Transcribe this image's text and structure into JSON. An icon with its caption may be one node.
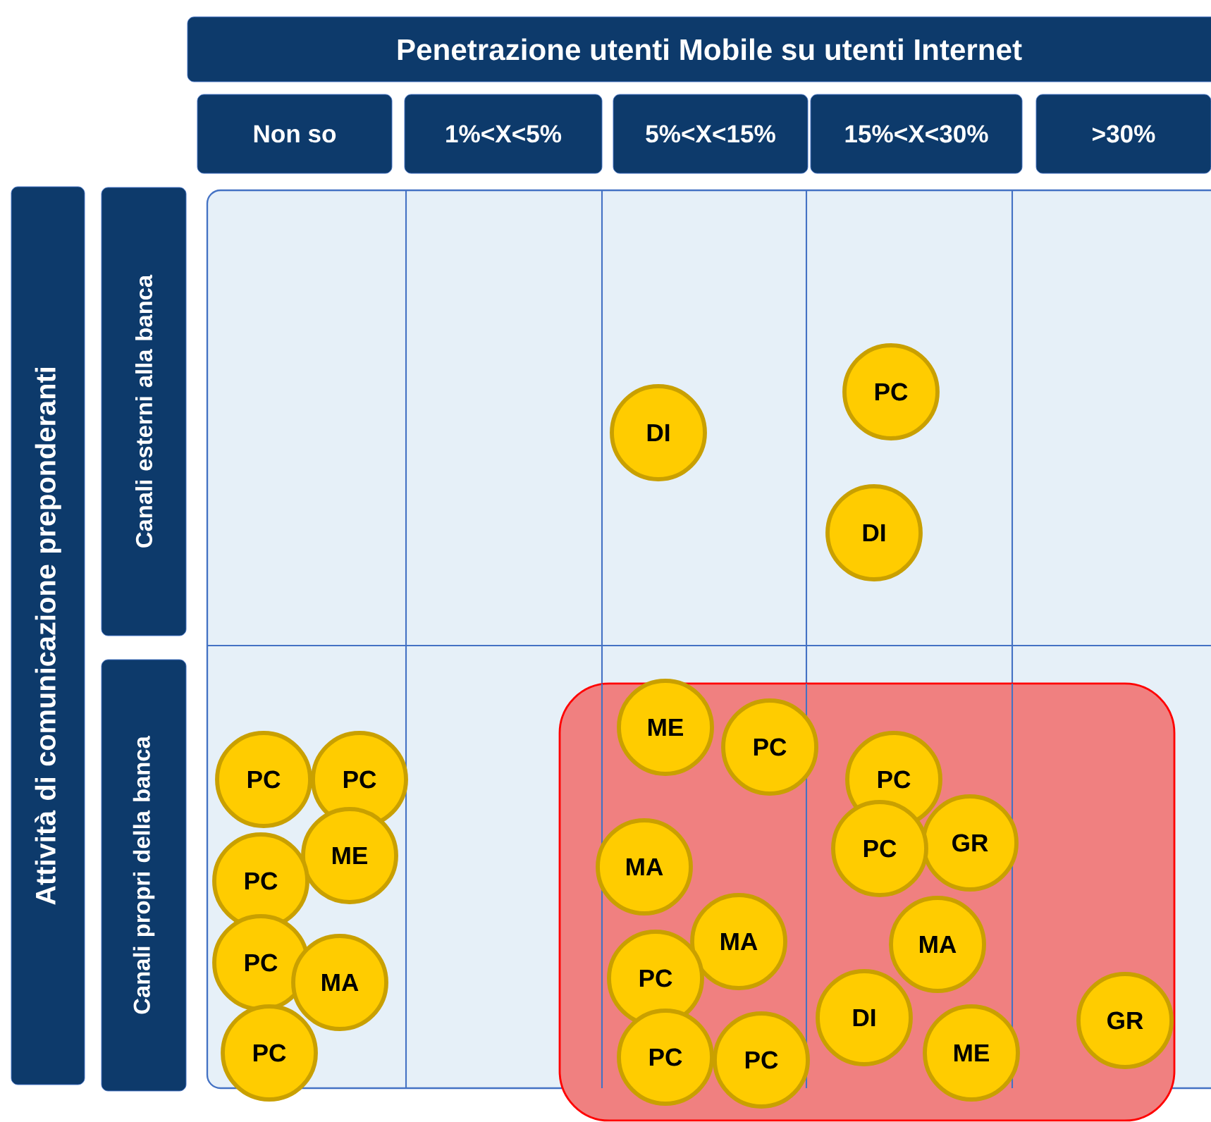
{
  "diagram": {
    "title": "Penetrazione utenti Mobile su utenti Internet",
    "nodes": [
      {
        "text": [
          "Non so"
        ]
      },
      {
        "text": [
          "1%<X<5%"
        ]
      },
      {
        "text": [
          "5%<X<15%"
        ]
      },
      {
        "text": [
          "15%<X<30%"
        ]
      },
      {
        "text": [
          ">30%"
        ]
      },
      {
        "text": [
          "Attività di comunicazione preponderanti"
        ]
      },
      {
        "text": [
          "Canali esterni alla banca"
        ]
      },
      {
        "text": [
          "Canali propri della banca"
        ]
      },
      {
        "text": [
          "PC"
        ]
      },
      {
        "text": [
          "DI"
        ]
      },
      {
        "text": [
          "DI"
        ]
      },
      {
        "text": [
          "ME"
        ]
      },
      {
        "text": [
          "PC"
        ]
      },
      {
        "text": [
          "PC"
        ]
      },
      {
        "text": [
          "PC"
        ]
      },
      {
        "text": [
          "PC"
        ]
      },
      {
        "text": [
          "GR"
        ]
      },
      {
        "text": [
          "PC"
        ]
      },
      {
        "text": [
          "ME"
        ]
      },
      {
        "text": [
          "MA"
        ]
      },
      {
        "text": [
          "PC"
        ]
      },
      {
        "text": [
          "MA"
        ]
      },
      {
        "text": [
          "MA"
        ]
      },
      {
        "text": [
          "PC"
        ]
      },
      {
        "text": [
          "PC"
        ]
      },
      {
        "text": [
          "MA"
        ]
      },
      {
        "text": [
          "DI"
        ]
      },
      {
        "text": [
          "GR"
        ]
      },
      {
        "text": [
          "PC"
        ]
      },
      {
        "text": [
          "ME"
        ]
      },
      {
        "text": [
          "PC"
        ]
      },
      {
        "text": [
          "PC"
        ]
      }
    ]
  }
}
